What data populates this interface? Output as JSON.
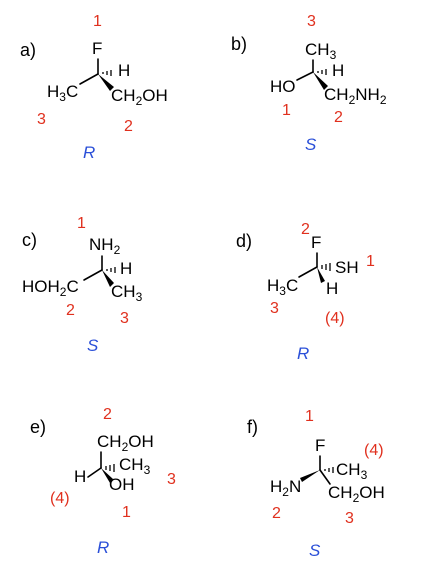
{
  "panels": [
    {
      "label": "a)",
      "config": "R",
      "priorities": [
        "1",
        "3",
        "2"
      ],
      "atoms": {
        "top": "F",
        "h": "H",
        "left_main": "H",
        "left_sub": "3",
        "left_tail": "C",
        "right_main": "CH",
        "right_sub": "2",
        "right_tail": "OH"
      }
    },
    {
      "label": "b)",
      "config": "S",
      "priorities": [
        "3",
        "1",
        "2"
      ],
      "atoms": {
        "top_main": "CH",
        "top_sub": "3",
        "h": "H",
        "left": "HO",
        "right_main": "CH",
        "right_sub": "2",
        "right_tail": "NH",
        "right_sub2": "2"
      }
    },
    {
      "label": "c)",
      "config": "S",
      "priorities": [
        "1",
        "2",
        "3"
      ],
      "atoms": {
        "top_main": "NH",
        "top_sub": "2",
        "h": "H",
        "left_main": "HOH",
        "left_sub": "2",
        "left_tail": "C",
        "right_main": "CH",
        "right_sub": "3"
      }
    },
    {
      "label": "d)",
      "config": "R",
      "priorities": [
        "2",
        "1",
        "3",
        "(4)"
      ],
      "atoms": {
        "top": "F",
        "sh": "SH",
        "left_main": "H",
        "left_sub": "3",
        "left_tail": "C",
        "h": "H"
      }
    },
    {
      "label": "e)",
      "config": "R",
      "priorities": [
        "2",
        "3",
        "(4)",
        "1"
      ],
      "atoms": {
        "top_main": "CH",
        "top_sub": "2",
        "top_tail": "OH",
        "right_main": "CH",
        "right_sub": "3",
        "h": "H",
        "oh": "OH"
      }
    },
    {
      "label": "f)",
      "config": "S",
      "priorities": [
        "1",
        "(4)",
        "2",
        "3"
      ],
      "atoms": {
        "top": "F",
        "right_main": "CH",
        "right_sub": "3",
        "left_main": "H",
        "left_sub": "2",
        "left_tail": "N",
        "bottom_main": "CH",
        "bottom_sub": "2",
        "bottom_tail": "OH"
      }
    }
  ],
  "colors": {
    "priority": "#e0301e",
    "configuration": "#2a4fd8",
    "structure": "#000000"
  }
}
